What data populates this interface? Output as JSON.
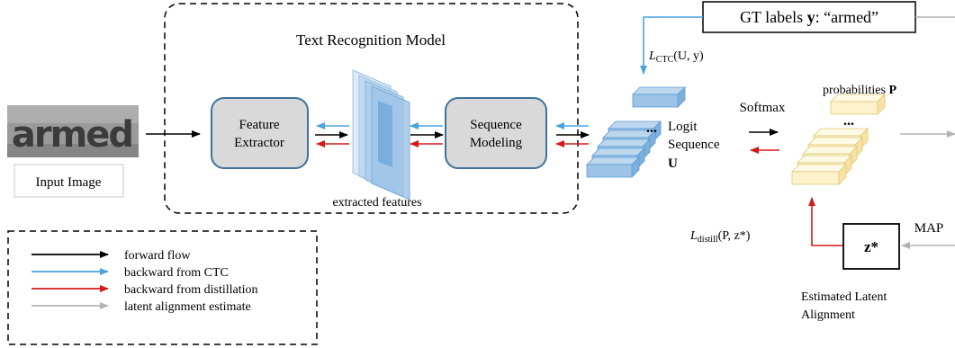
{
  "model": {
    "title": "Text Recognition Model"
  },
  "input": {
    "word": "armed",
    "label": "Input Image"
  },
  "blocks": {
    "feature_extractor": [
      "Feature",
      "Extractor"
    ],
    "sequence_modeling": [
      "Sequence",
      "Modeling"
    ]
  },
  "features": {
    "label": "extracted features"
  },
  "gt": {
    "prefix": "GT labels ",
    "bold": "y",
    "suffix": ": “armed”"
  },
  "loss_ctc": {
    "main": "L",
    "sub": "CTC",
    "args": "(U, y)"
  },
  "logits": {
    "dots": "...",
    "line1": "Logit",
    "line2": "Sequence",
    "symbol": "U"
  },
  "softmax": {
    "label": "Softmax"
  },
  "probs": {
    "prefix": "probabilities ",
    "bold": "P",
    "dots": "..."
  },
  "loss_distill": {
    "main": "L",
    "sub": "distill",
    "args": "(P, z*)"
  },
  "latent": {
    "symbol": "z*",
    "map": "MAP",
    "label_line1": "Estimated Latent",
    "label_line2": "Alignment"
  },
  "legend": {
    "items": [
      {
        "label": "forward flow",
        "color": "#000000"
      },
      {
        "label": "backward from CTC",
        "color": "#4aa3df"
      },
      {
        "label": "backward from distillation",
        "color": "#d61a1a"
      },
      {
        "label": "latent alignment estimate",
        "color": "#b3b3b3"
      }
    ]
  },
  "colors": {
    "block_fill": "#d9d9d9",
    "block_stroke": "#41719c",
    "feature_fill": "#9dc3e6",
    "logit_fill": "#9dc3e6",
    "prob_fill": "#fff2cc",
    "prob_stroke": "#e0c878"
  }
}
